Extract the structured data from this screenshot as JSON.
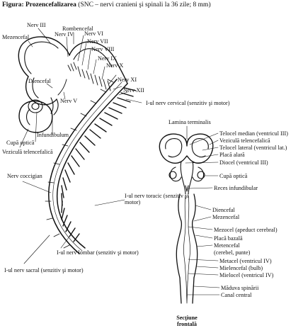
{
  "figure": {
    "title_bold": "Figura: Prozencefalizarea",
    "title_note": "(SNC – nervi cranieni şi spinali la 36 zile; 8 mm)"
  },
  "embryo_labels": {
    "mezencefal": "Mezencefal",
    "nerv_iii": "Nerv III",
    "rombencefal": "Rombencefal",
    "nerv_iv": "Nerv IV",
    "nerv_vi": "Nerv VI",
    "nerv_vii": "Nerv VII",
    "nerv_viii": "Nerv VIII",
    "nerv_ix": "Nerv IX",
    "nerv_x": "Nerv X",
    "nerv_xi": "Nerv XI",
    "nerv_xii": "Nerv XII",
    "diencefal": "Diencefal",
    "nerv_v": "Nerv V",
    "cupa_optica": "Cupă optică",
    "infundibulum": "Infundibulum",
    "vezicula_telencefalica": "Veziculă telencefalică",
    "nerv_cervical": "I-ul nerv cervical (senzitiv şi motor)",
    "nerv_coccigian": "Nerv coccigian",
    "nerv_toracic": "I-ul nerv toracic (senzitiv şi motor)",
    "nerv_lombar": "I-ul nerv lombar (senzitiv şi motor)",
    "nerv_sacral": "I-ul nerv sacral (senzitiv şi motor)"
  },
  "section_labels": {
    "lamina_terminalis": "Lamina terminalis",
    "telocel_median": "Telocel median (ventricul III)",
    "vezicula_telencefalica": "Veziculă telencefalică",
    "telocel_lateral": "Telocel lateral (ventricul lat.)",
    "placa_alara": "Placă alară",
    "diocel": "Diocel (ventricul III)",
    "cupa_optica": "Cupă optică",
    "reces_infundibular": "Reces infundibular",
    "diencefal": "Diencefal",
    "mezencefal": "Mezencefal",
    "mezocel": "Mezocel (apeduct cerebral)",
    "placa_bazala": "Placă bazală",
    "metencefal": "Metencefal",
    "metencefal_note": "(cerebel, punte)",
    "metacel": "Metacel (ventricul IV)",
    "mielencefal": "Mielencefal (bulb)",
    "mielocel": "Mielocel (ventricul IV)",
    "maduva_spinarii": "Măduva spinării",
    "canal_central": "Canal central",
    "caption_line1": "Secţiune",
    "caption_line2": "frontală"
  }
}
